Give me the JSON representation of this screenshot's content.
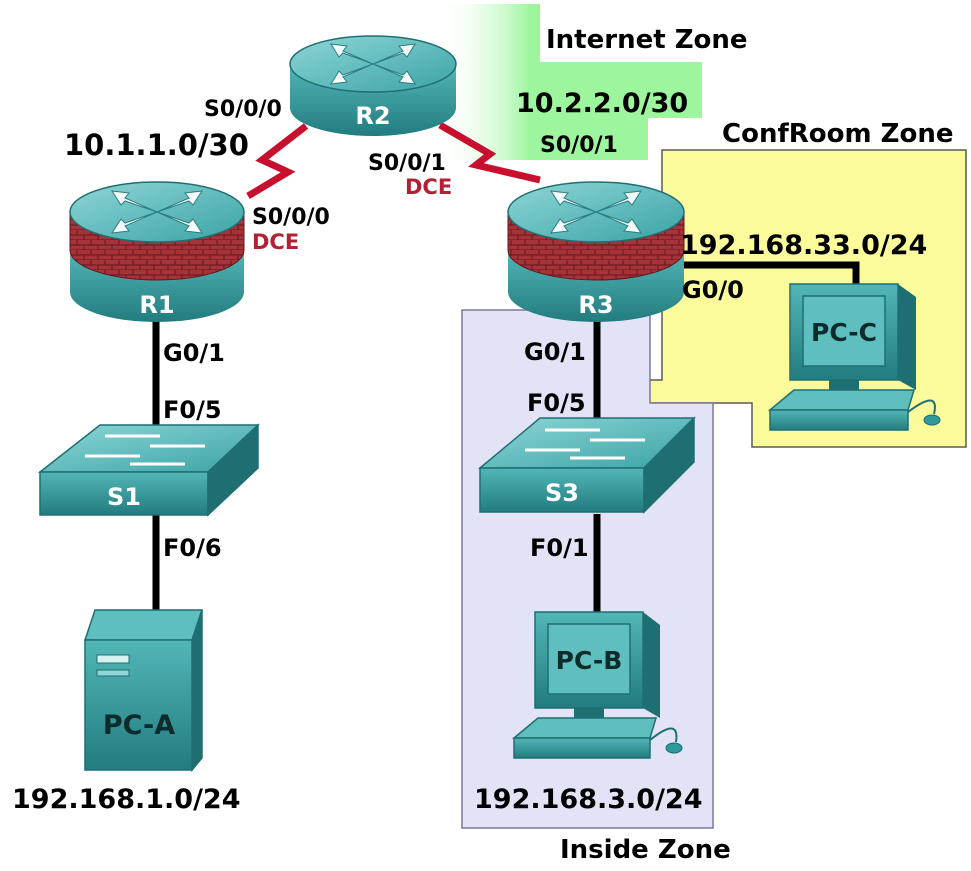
{
  "zones": {
    "internet": "Internet Zone",
    "confroom": "ConfRoom Zone",
    "inside": "Inside Zone"
  },
  "devices": {
    "r1": "R1",
    "r2": "R2",
    "r3": "R3",
    "s1": "S1",
    "s3": "S3",
    "pca": "PC-A",
    "pcb": "PC-B",
    "pcc": "PC-C"
  },
  "networks": {
    "r1_r2": "10.1.1.0/30",
    "r2_r3": "10.2.2.0/30",
    "confroom": "192.168.33.0/24",
    "lan_a": "192.168.1.0/24",
    "lan_b": "192.168.3.0/24"
  },
  "interfaces": {
    "r2_s000": "S0/0/0",
    "r1_s000": "S0/0/0",
    "r1_dce": "DCE",
    "r2_s001": "S0/0/1",
    "r2_dce": "DCE",
    "r3_s001": "S0/0/1",
    "r1_g01": "G0/1",
    "s1_f05": "F0/5",
    "s1_f06": "F0/6",
    "r3_g01": "G0/1",
    "s3_f05": "F0/5",
    "s3_f01": "F0/1",
    "r3_g00": "G0/0"
  },
  "colors": {
    "device_teal": "#2f9a9c",
    "device_dark": "#1d6f72",
    "serial_link": "#c8102e",
    "dce_text": "#b22234",
    "internet_zone": "#9df59d",
    "confroom_zone": "#fbfb9b",
    "inside_zone": "#e3e3f7"
  },
  "icons": [
    "router-icon",
    "firewall-router-icon",
    "switch-icon",
    "tower-pc-icon",
    "desktop-pc-icon"
  ]
}
